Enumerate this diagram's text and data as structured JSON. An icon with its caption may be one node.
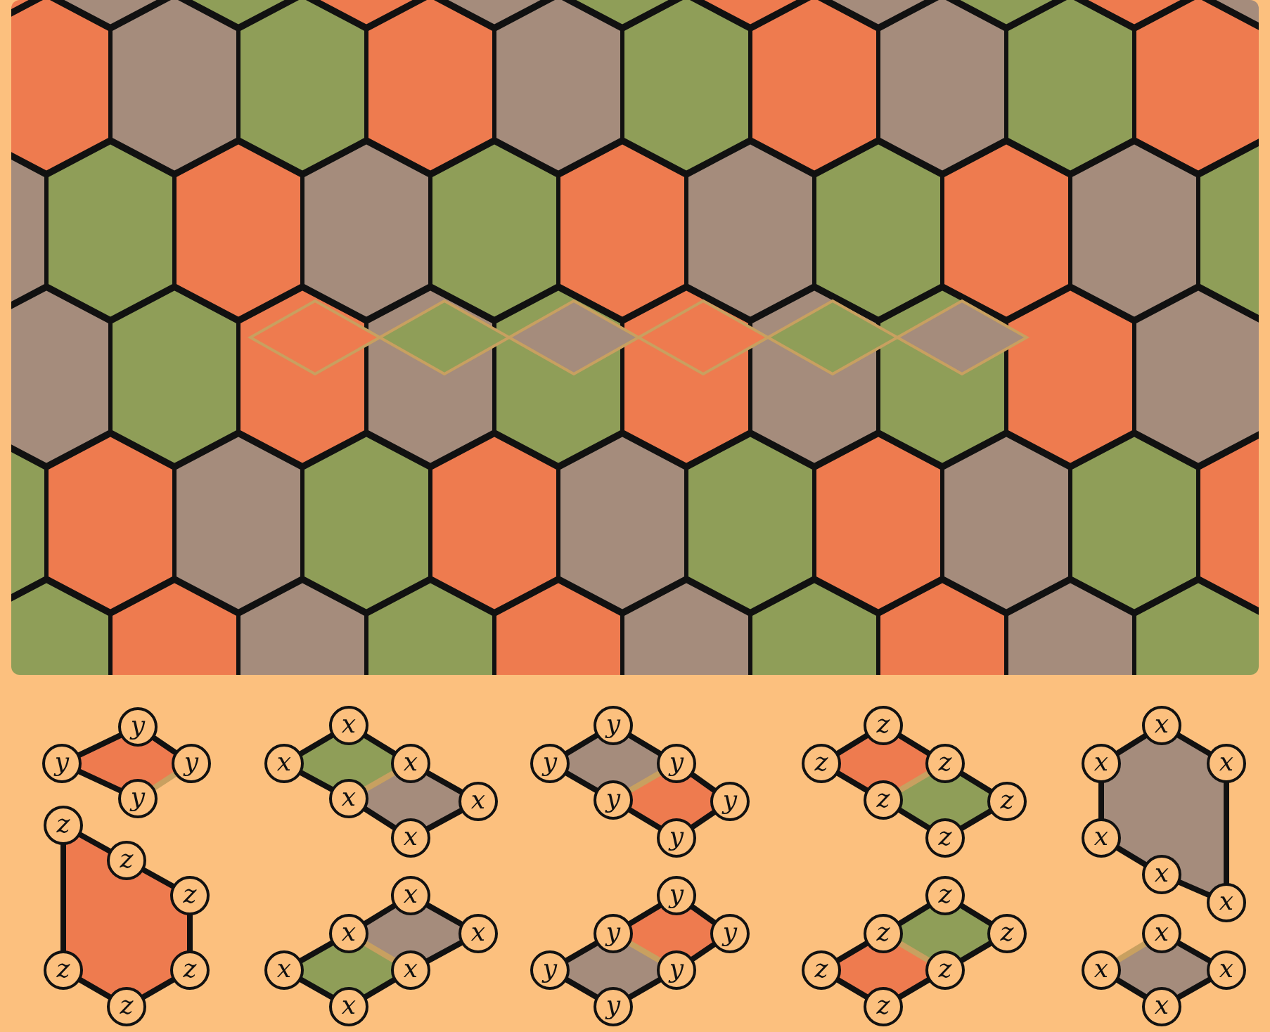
{
  "diagram": {
    "nodes": [
      {
        "text": [
          "y"
        ]
      },
      {
        "text": [
          "y"
        ]
      },
      {
        "text": [
          "y"
        ]
      },
      {
        "text": [
          "y"
        ]
      },
      {
        "text": [
          "z"
        ]
      },
      {
        "text": [
          "z"
        ]
      },
      {
        "text": [
          "z"
        ]
      },
      {
        "text": [
          "z"
        ]
      },
      {
        "text": [
          "z"
        ]
      },
      {
        "text": [
          "z"
        ]
      },
      {
        "text": [
          "x"
        ]
      },
      {
        "text": [
          "x"
        ]
      },
      {
        "text": [
          "x"
        ]
      },
      {
        "text": [
          "x"
        ]
      },
      {
        "text": [
          "x"
        ]
      },
      {
        "text": [
          "x"
        ]
      },
      {
        "text": [
          "x"
        ]
      },
      {
        "text": [
          "x"
        ]
      },
      {
        "text": [
          "x"
        ]
      },
      {
        "text": [
          "x"
        ]
      },
      {
        "text": [
          "x"
        ]
      },
      {
        "text": [
          "x"
        ]
      },
      {
        "text": [
          "y"
        ]
      },
      {
        "text": [
          "y"
        ]
      },
      {
        "text": [
          "y"
        ]
      },
      {
        "text": [
          "y"
        ]
      },
      {
        "text": [
          "y"
        ]
      },
      {
        "text": [
          "y"
        ]
      },
      {
        "text": [
          "y"
        ]
      },
      {
        "text": [
          "y"
        ]
      },
      {
        "text": [
          "y"
        ]
      },
      {
        "text": [
          "y"
        ]
      },
      {
        "text": [
          "y"
        ]
      },
      {
        "text": [
          "y"
        ]
      },
      {
        "text": [
          "z"
        ]
      },
      {
        "text": [
          "z"
        ]
      },
      {
        "text": [
          "z"
        ]
      },
      {
        "text": [
          "z"
        ]
      },
      {
        "text": [
          "z"
        ]
      },
      {
        "text": [
          "z"
        ]
      },
      {
        "text": [
          "z"
        ]
      },
      {
        "text": [
          "z"
        ]
      },
      {
        "text": [
          "z"
        ]
      },
      {
        "text": [
          "z"
        ]
      },
      {
        "text": [
          "z"
        ]
      },
      {
        "text": [
          "z"
        ]
      },
      {
        "text": [
          "x"
        ]
      },
      {
        "text": [
          "x"
        ]
      },
      {
        "text": [
          "x"
        ]
      },
      {
        "text": [
          "x"
        ]
      },
      {
        "text": [
          "x"
        ]
      },
      {
        "text": [
          "x"
        ]
      },
      {
        "text": [
          "x"
        ]
      },
      {
        "text": [
          "x"
        ]
      },
      {
        "text": [
          "x"
        ]
      },
      {
        "text": [
          "x"
        ]
      }
    ],
    "edges": [
      {
        "from": 1,
        "to": 0,
        "arrow": "none"
      },
      {
        "from": 0,
        "to": 2,
        "arrow": "none"
      },
      {
        "from": 1,
        "to": 3,
        "arrow": "none"
      },
      {
        "from": 3,
        "to": 2,
        "arrow": "none",
        "color": "#c8a060"
      },
      {
        "from": 4,
        "to": 5,
        "arrow": "none"
      },
      {
        "from": 5,
        "to": 6,
        "arrow": "none"
      },
      {
        "from": 6,
        "to": 7,
        "arrow": "none"
      },
      {
        "from": 7,
        "to": 8,
        "arrow": "none"
      },
      {
        "from": 8,
        "to": 9,
        "arrow": "none"
      },
      {
        "from": 9,
        "to": 4,
        "arrow": "none"
      },
      {
        "from": 11,
        "to": 10,
        "arrow": "none"
      },
      {
        "from": 10,
        "to": 12,
        "arrow": "none"
      },
      {
        "from": 11,
        "to": 13,
        "arrow": "none"
      },
      {
        "from": 13,
        "to": 12,
        "arrow": "none",
        "color": "#c8a060"
      },
      {
        "from": 12,
        "to": 14,
        "arrow": "none"
      },
      {
        "from": 13,
        "to": 15,
        "arrow": "none"
      },
      {
        "from": 15,
        "to": 14,
        "arrow": "none"
      },
      {
        "from": 17,
        "to": 16,
        "arrow": "none"
      },
      {
        "from": 16,
        "to": 18,
        "arrow": "none"
      },
      {
        "from": 18,
        "to": 20,
        "arrow": "none"
      },
      {
        "from": 17,
        "to": 20,
        "arrow": "none",
        "color": "#c8a060"
      },
      {
        "from": 19,
        "to": 17,
        "arrow": "none"
      },
      {
        "from": 19,
        "to": 21,
        "arrow": "none"
      },
      {
        "from": 21,
        "to": 20,
        "arrow": "none"
      },
      {
        "from": 23,
        "to": 22,
        "arrow": "none"
      },
      {
        "from": 22,
        "to": 24,
        "arrow": "none"
      },
      {
        "from": 23,
        "to": 25,
        "arrow": "none"
      },
      {
        "from": 25,
        "to": 24,
        "arrow": "none",
        "color": "#c8a060"
      },
      {
        "from": 24,
        "to": 26,
        "arrow": "none"
      },
      {
        "from": 25,
        "to": 27,
        "arrow": "none"
      },
      {
        "from": 27,
        "to": 26,
        "arrow": "none"
      },
      {
        "from": 29,
        "to": 28,
        "arrow": "none"
      },
      {
        "from": 28,
        "to": 30,
        "arrow": "none"
      },
      {
        "from": 30,
        "to": 32,
        "arrow": "none"
      },
      {
        "from": 29,
        "to": 32,
        "arrow": "none",
        "color": "#c8a060"
      },
      {
        "from": 31,
        "to": 29,
        "arrow": "none"
      },
      {
        "from": 31,
        "to": 33,
        "arrow": "none"
      },
      {
        "from": 33,
        "to": 32,
        "arrow": "none"
      },
      {
        "from": 35,
        "to": 34,
        "arrow": "none"
      },
      {
        "from": 34,
        "to": 36,
        "arrow": "none"
      },
      {
        "from": 35,
        "to": 37,
        "arrow": "none"
      },
      {
        "from": 37,
        "to": 36,
        "arrow": "none",
        "color": "#c8a060"
      },
      {
        "from": 36,
        "to": 38,
        "arrow": "none"
      },
      {
        "from": 37,
        "to": 39,
        "arrow": "none"
      },
      {
        "from": 39,
        "to": 38,
        "arrow": "none"
      },
      {
        "from": 41,
        "to": 40,
        "arrow": "none"
      },
      {
        "from": 40,
        "to": 42,
        "arrow": "none"
      },
      {
        "from": 42,
        "to": 44,
        "arrow": "none"
      },
      {
        "from": 41,
        "to": 44,
        "arrow": "none",
        "color": "#c8a060"
      },
      {
        "from": 43,
        "to": 41,
        "arrow": "none"
      },
      {
        "from": 43,
        "to": 45,
        "arrow": "none"
      },
      {
        "from": 45,
        "to": 44,
        "arrow": "none"
      },
      {
        "from": 47,
        "to": 46,
        "arrow": "none"
      },
      {
        "from": 46,
        "to": 48,
        "arrow": "none"
      },
      {
        "from": 48,
        "to": 51,
        "arrow": "none"
      },
      {
        "from": 51,
        "to": 50,
        "arrow": "none"
      },
      {
        "from": 50,
        "to": 49,
        "arrow": "none"
      },
      {
        "from": 49,
        "to": 47,
        "arrow": "none"
      },
      {
        "from": 53,
        "to": 52,
        "arrow": "none",
        "color": "#c8a060"
      },
      {
        "from": 52,
        "to": 54,
        "arrow": "none"
      },
      {
        "from": 53,
        "to": 55,
        "arrow": "none"
      },
      {
        "from": 55,
        "to": 54,
        "arrow": "none"
      }
    ]
  }
}
